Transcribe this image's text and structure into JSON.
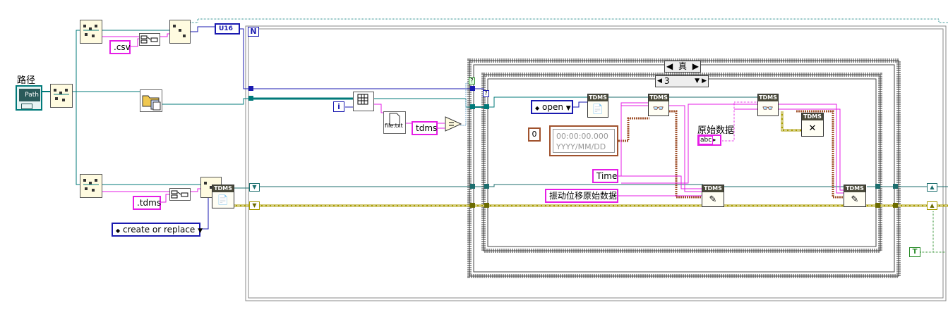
{
  "path_control": {
    "label": "路径",
    "text": "Path"
  },
  "constants": {
    "csv_ext": ".csv",
    "tdms_ext": ".tdms",
    "tdms_name": "tdms",
    "time_name": "Time",
    "channel_name": "振动位移原始数据",
    "raw_data_label": "原始数据",
    "create_mode": "create or replace",
    "open_mode": "open",
    "file_icon_text": "file.txt",
    "u16": "U16",
    "true_const": "T",
    "abc": "abc",
    "zero": "0"
  },
  "loop": {
    "count_terminal": "N",
    "iteration_terminal": "i"
  },
  "case_outer": {
    "selector": "真"
  },
  "case_inner": {
    "selector": "3"
  },
  "timestamp": {
    "time": "00:00:00.000",
    "date": "YYYY/MM/DD"
  },
  "tdms_header": "TDMS",
  "colors": {
    "string_wire": "#e61ee6",
    "path_wire": "#007a7a",
    "refnum_wire": "#1c6e6e",
    "error_wire": "#a89b00",
    "enum_wire": "#1a1ab0",
    "cluster_wire": "#a0522d"
  }
}
